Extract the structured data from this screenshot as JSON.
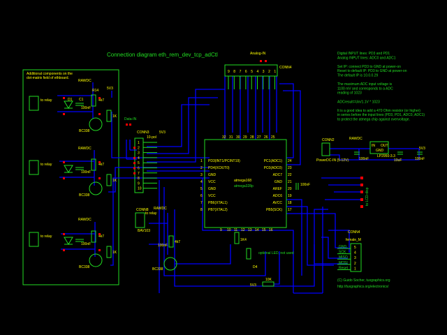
{
  "title": "Connection diagram eth_rem_dev_tcp_adCtl",
  "colors": {
    "background": "#000000",
    "part": "#22dd22",
    "label": "#ffff00",
    "wire": "#0000ff",
    "junction": "#ff0000"
  },
  "left_box": {
    "note1": "Additional components on the",
    "note2": "dot-matrix field of ethboard."
  },
  "relays": [
    {
      "conn_label": "to relay",
      "rawdc": "RAWDC",
      "diode": "D1",
      "cap_name": "C1",
      "cap": "100nF",
      "r_base": "4k7",
      "r_pull": "1K",
      "transistor": "BC338",
      "supply": "5V3",
      "r_name": "R14"
    },
    {
      "conn_label": "to relay",
      "rawdc": "RAWDC",
      "cap": "100nF",
      "r_base": "4k7",
      "r_pull": "1K",
      "transistor": "BC338"
    },
    {
      "conn_label": "to relay",
      "rawdc": "RAWDC",
      "cap": "100nF",
      "r_base": "4k7",
      "r_pull": "1K",
      "transistor": "BC338"
    }
  ],
  "relay4": {
    "conn": "CONN8",
    "conn_label": "to relay",
    "rawdc": "RAWDC",
    "diode": "BAV103",
    "cap": "100nF",
    "r_base": "4k7",
    "transistor": "BC338"
  },
  "data_in": {
    "label": "Data-IN",
    "conn": "CONN3",
    "pol": "10-pol",
    "supply": "5V3",
    "pins": [
      "1",
      "2",
      "3",
      "4",
      "5",
      "6",
      "7",
      "8",
      "9",
      "10"
    ]
  },
  "analog_in": {
    "label": "Analog-IN",
    "conn": "CONN4",
    "pins": [
      "9",
      "8",
      "7",
      "6",
      "5",
      "4",
      "3",
      "2",
      "1"
    ]
  },
  "chip": {
    "name1": "atmega168",
    "name2": "atmega328p",
    "left_pins": [
      [
        "1",
        "PD3(INT1/PCINT19)"
      ],
      [
        "2",
        "PD4(XCK/T0)"
      ],
      [
        "3",
        "GND"
      ],
      [
        "4",
        "VCC"
      ],
      [
        "5",
        "GND"
      ],
      [
        "6",
        "VCC"
      ],
      [
        "7",
        "PB6(XTAL1)"
      ],
      [
        "8",
        "PB7(XTAL2)"
      ]
    ],
    "right_pins": [
      [
        "24",
        "PC1(ADC1)"
      ],
      [
        "23",
        "PC0(ADC0)"
      ],
      [
        "22",
        "ADC7"
      ],
      [
        "21",
        "GND"
      ],
      [
        "20",
        "AREF"
      ],
      [
        "19",
        "ADC6"
      ],
      [
        "18",
        "AVCC"
      ],
      [
        "17",
        "PB5(SCK)"
      ]
    ],
    "top_pins": [
      "32",
      "31",
      "30",
      "29",
      "28",
      "27",
      "26",
      "25"
    ],
    "bottom_pins": [
      "9",
      "10",
      "11",
      "12",
      "13",
      "14",
      "15",
      "16"
    ],
    "aref_cap": "100nF"
  },
  "power": {
    "conn": "CONN2",
    "input_label": "PowerDC-IN (5-12V)",
    "rawdc": "RAWDC",
    "reg_in": "IN",
    "reg_out": "OUT",
    "reg_gnd": "GND",
    "reg_name": "LP2950-3.3",
    "c1": "100nF",
    "c2": "10uF",
    "c3": "100nF",
    "supply": "5V3"
  },
  "lcd_label": "to LCD-disp",
  "isp": {
    "conn": "CONN4",
    "type": "female_M",
    "signals": [
      "GND",
      "SCK",
      "MISO",
      "MOSI",
      "Reset"
    ],
    "pins": [
      "5",
      "4",
      "3",
      "2",
      "1"
    ]
  },
  "misc": {
    "led_note": "optional LED, not used",
    "r_led": "1K4",
    "r_reset": "10K",
    "supply": "5V3",
    "led": "D4"
  },
  "notes": [
    "Digital INPUT lines: PD3 and PD1",
    "Analog INPUT lines: ADC0 and ADC1",
    "",
    "Set IP: connect PD3 to GND at power-on",
    "Reset to default IP: PD3 to GND at power-on",
    "The default IP is 10.0.0.29",
    "",
    "The maximum ADC input voltage is",
    "1100 mV and corresponds to a ADC",
    "reading of 1023",
    "",
    "ADCresult=Uin/1.1V * 1023",
    "",
    "It is a good idea to add a 470 Ohm resistor (or higher)",
    "in series before the input lines (PD3, PD1, ADC0, ADC1)",
    "to protect the atmega chip against overvoltage."
  ],
  "copyright": [
    "(C) Guido Socher, tuxgraphics.org",
    "http://tuxgraphics.org/electronics/"
  ]
}
